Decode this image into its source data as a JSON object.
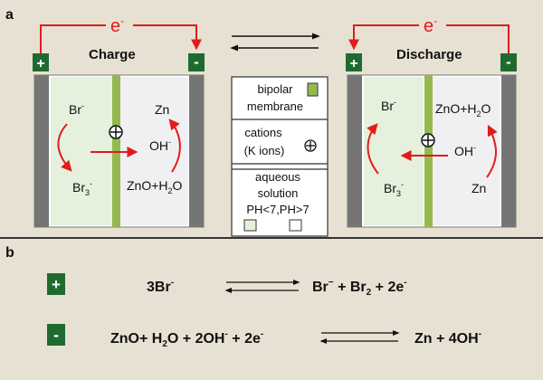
{
  "panel_a": {
    "label": "a",
    "charge": {
      "title": "Charge",
      "electron": "e",
      "electron_sup": "-",
      "plus": "+",
      "minus": "-",
      "left_species": {
        "br": "Br",
        "br_sup": "-",
        "br3": "Br",
        "br3_sub": "3",
        "br3_sup": "-"
      },
      "right_species": {
        "zn": "Zn",
        "oh": "OH",
        "oh_sup": "-",
        "zno_a": "ZnO+H",
        "zno_sub": "2",
        "zno_b": "O"
      }
    },
    "discharge": {
      "title": "Discharge",
      "electron": "e",
      "electron_sup": "-",
      "plus": "+",
      "minus": "-",
      "left_species": {
        "br": "Br",
        "br_sup": "-",
        "br3": "Br",
        "br3_sub": "3",
        "br3_sup": "-"
      },
      "right_species": {
        "zno_a": "ZnO+H",
        "zno_sub": "2",
        "zno_b": "O",
        "oh": "OH",
        "oh_sup": "-",
        "zn": "Zn"
      }
    },
    "legend": {
      "bipolar_line1": "bipolar",
      "bipolar_line2": "membrane",
      "cations_line1": "cations",
      "cations_line2": "(K ions)",
      "aqueous_line1": "aqueous",
      "aqueous_line2": "solution",
      "ph_text": "PH<7,PH>7"
    },
    "colors": {
      "membrane": "#94b94f",
      "electrode": "#757575",
      "terminal": "#1f6b2f",
      "arrow": "#e21b1b",
      "acid_fill": "#e5f1dc",
      "base_fill": "#f0f0f2"
    }
  },
  "panel_b": {
    "label": "b",
    "plus": "+",
    "minus": "-",
    "reaction1": {
      "left_a": "3Br",
      "left_sup": "-",
      "right_a": "Br",
      "right_sup": "−",
      "right_b": " + Br",
      "right_sub": "2",
      "right_c": " + 2e",
      "right_sup2": "-"
    },
    "reaction2": {
      "left_a": "ZnO+ H",
      "left_sub": "2",
      "left_b": "O + 2OH",
      "left_sup": "-",
      "left_c": " + 2e",
      "left_sup2": "-",
      "right_a": "Zn + 4OH",
      "right_sup": "-"
    }
  }
}
